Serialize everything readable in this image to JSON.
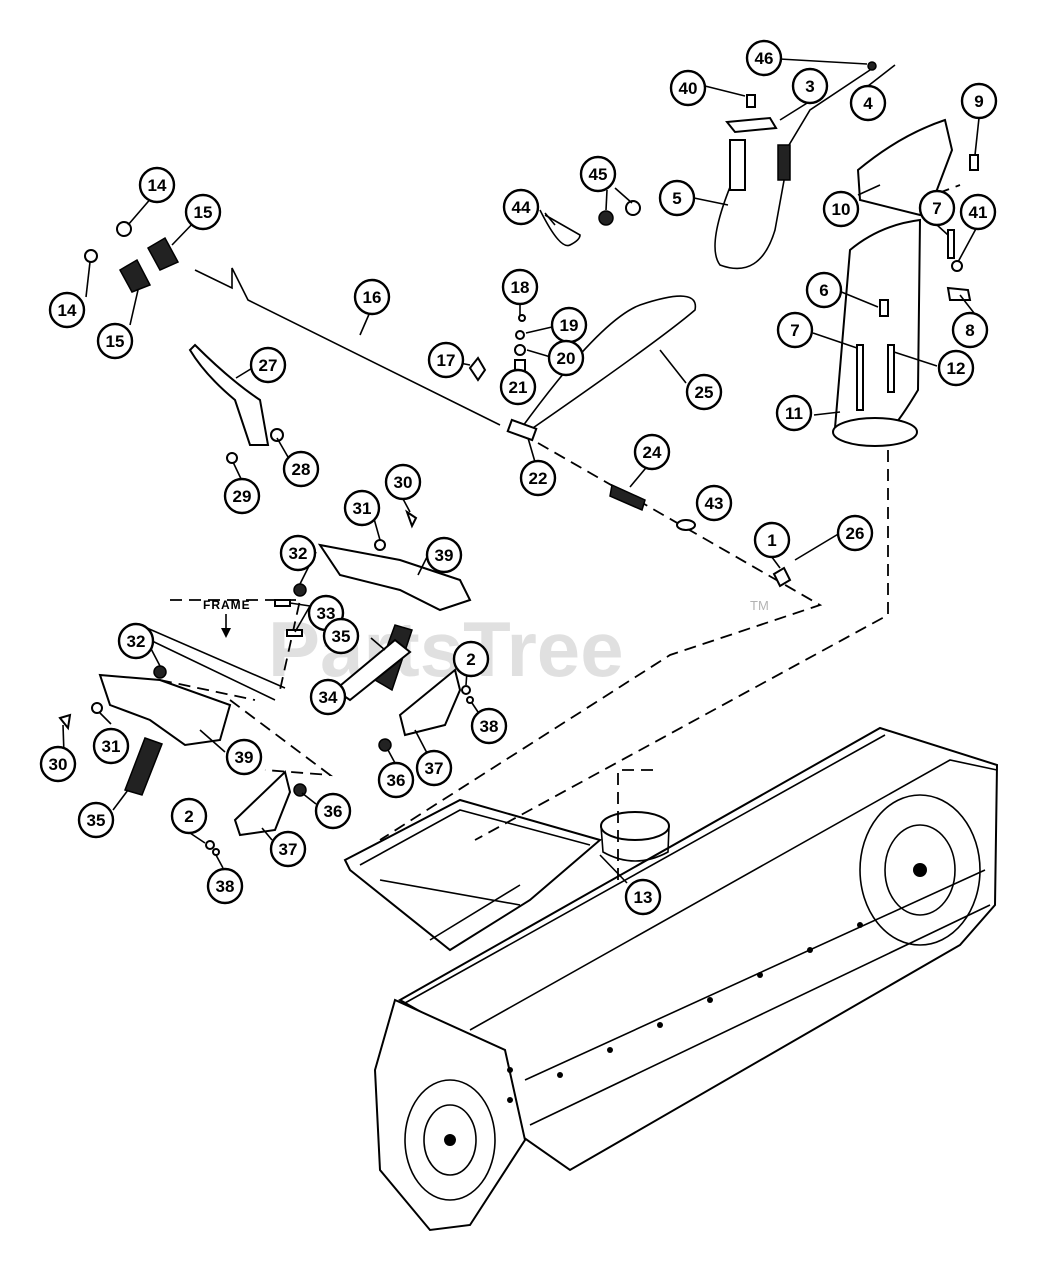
{
  "labels": {
    "frame": "FRAME"
  },
  "watermark": {
    "text": "PartsTree",
    "tm": "TM"
  },
  "callouts": [
    "1",
    "2",
    "3",
    "4",
    "5",
    "6",
    "7",
    "8",
    "9",
    "10",
    "11",
    "12",
    "13",
    "14",
    "15",
    "16",
    "17",
    "18",
    "19",
    "20",
    "21",
    "22",
    "24",
    "25",
    "26",
    "27",
    "28",
    "29",
    "30",
    "31",
    "32",
    "33",
    "34",
    "35",
    "36",
    "37",
    "38",
    "39",
    "40",
    "41",
    "43",
    "44",
    "45",
    "46"
  ]
}
